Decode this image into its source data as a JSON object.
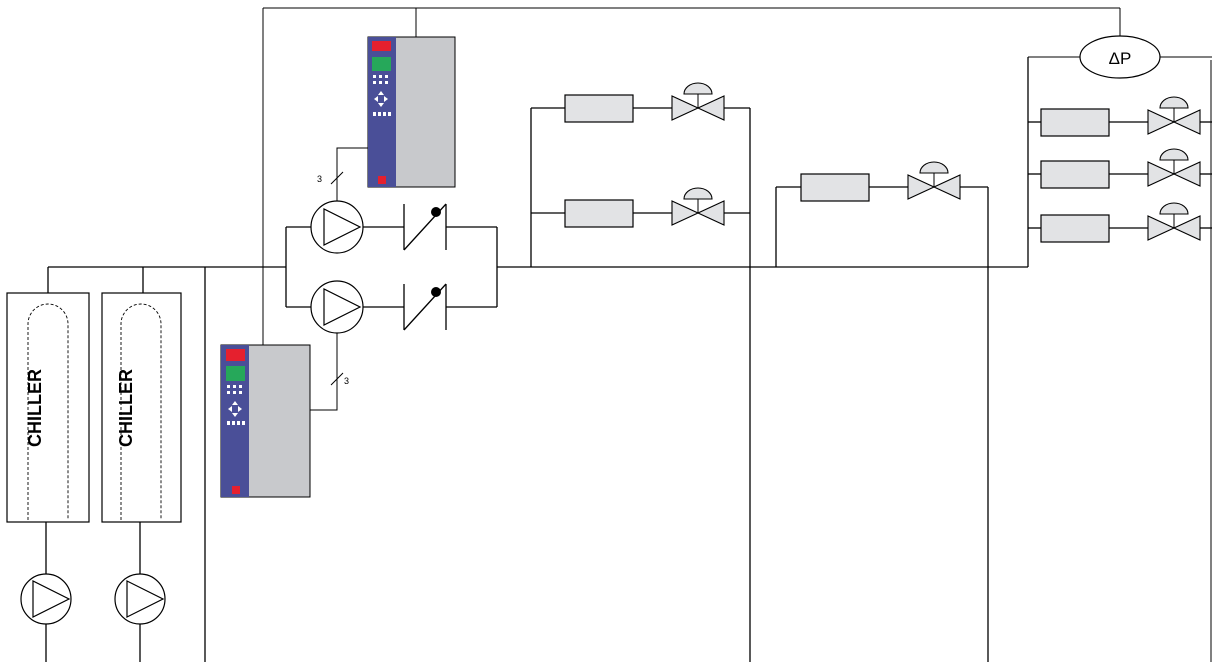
{
  "labels": {
    "chiller_1": "CHILLER",
    "chiller_2": "CHILLER",
    "differential_pressure": "ΔP",
    "cable_count_top": "3",
    "cable_count_bottom": "3"
  },
  "colors": {
    "drive_body": "#c8c9cc",
    "drive_panel": "#4a4f98",
    "drive_display": "#26a85a",
    "drive_alarm": "#e5202e",
    "coil_fill": "#e2e3e5"
  }
}
